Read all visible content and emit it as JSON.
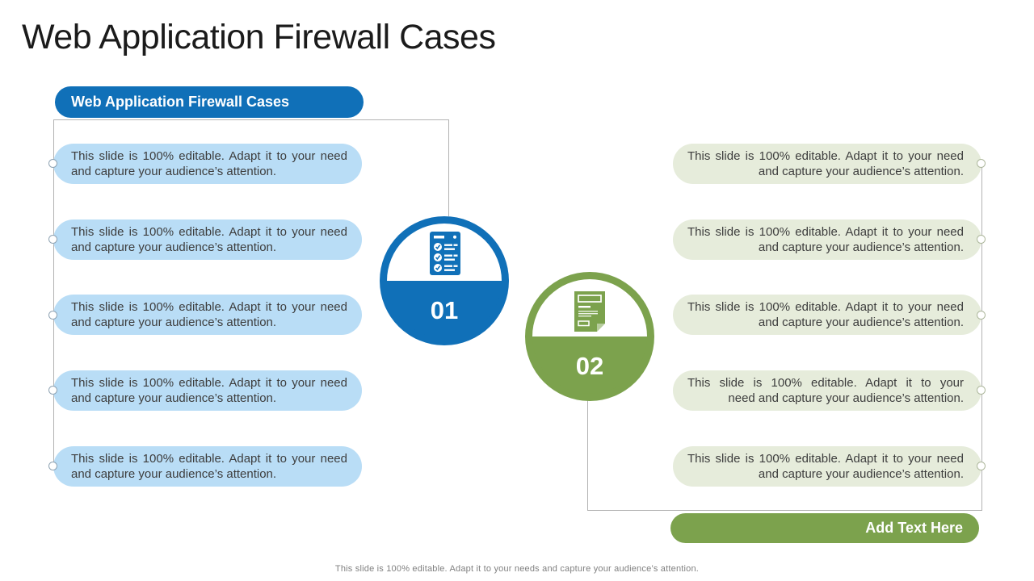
{
  "title": "Web Application Firewall Cases",
  "footer": "This slide is 100% editable. Adapt it to your needs and capture your audience’s attention.",
  "colors": {
    "blue": "#1070b8",
    "light_blue": "#b9ddf6",
    "green": "#7ca24d",
    "light_green": "#e6ecdb",
    "frame_line": "#b2b2b2",
    "body_text": "#3d3d3d"
  },
  "group1": {
    "header": "Web Application Firewall Cases",
    "step_number": "01",
    "icon": "checklist-icon",
    "items": [
      {
        "line1": "This slide is 100% editable. Adapt it to your need",
        "line2": "and capture your audience’s attention."
      },
      {
        "line1": "This slide is 100% editable. Adapt it to your need",
        "line2": "and capture your audience’s attention."
      },
      {
        "line1": "This slide is 100% editable. Adapt it to your need",
        "line2": "and capture your audience’s attention."
      },
      {
        "line1": "This slide is 100% editable. Adapt it to your need",
        "line2": "and capture your audience’s attention."
      },
      {
        "line1": "This slide is 100% editable. Adapt it to your need",
        "line2": "and capture your audience’s attention."
      }
    ]
  },
  "group2": {
    "step_number": "02",
    "icon": "document-icon",
    "button": "Add Text Here",
    "items": [
      {
        "line1": "This slide is 100% editable. Adapt it to your need",
        "line2": "and capture your audience’s attention."
      },
      {
        "line1": "This slide is 100% editable. Adapt it to your need",
        "line2": "and capture your audience’s attention."
      },
      {
        "line1": "This slide is 100% editable. Adapt it to your need",
        "line2": "and capture your audience’s attention."
      },
      {
        "line1": "This slide is 100% editable. Adapt it to your",
        "line2": "need and capture your audience’s attention."
      },
      {
        "line1": "This slide is 100% editable. Adapt it to your need",
        "line2": "and capture your audience’s attention."
      }
    ]
  }
}
